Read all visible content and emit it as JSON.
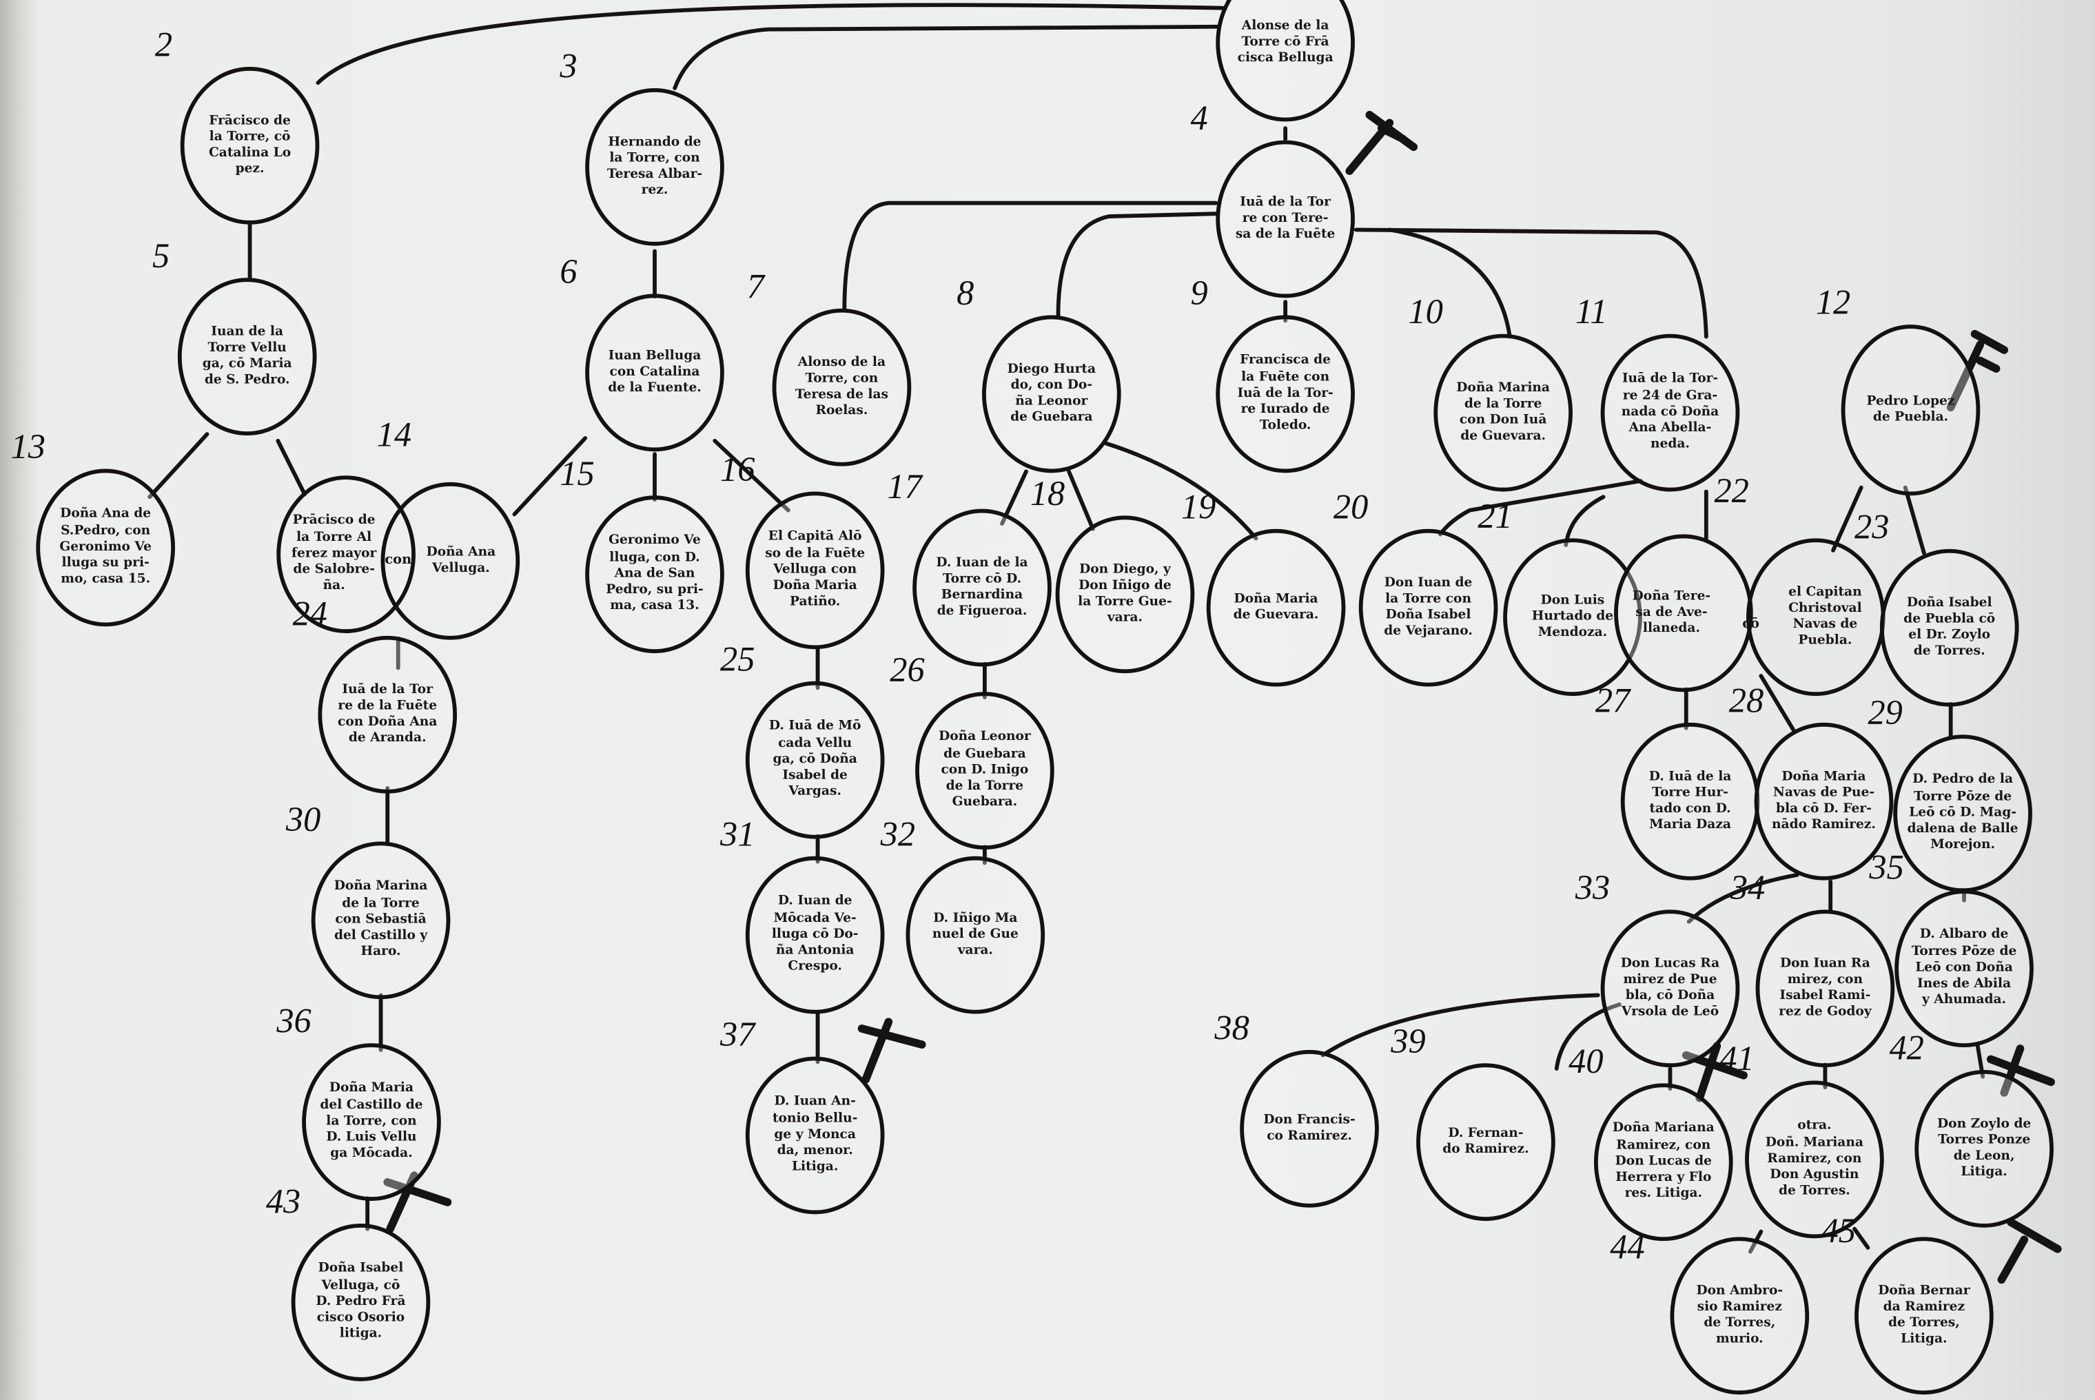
{
  "title": "Genealogical tree of the de la Torre / Belluga family",
  "nodes": [
    {
      "num": "",
      "text": "Alonse de la\nTorre cō Frā\ncisca Belluga"
    },
    {
      "num": "2",
      "text": "Frācisco de\nla Torre, cō\nCatalina Lo\npez."
    },
    {
      "num": "3",
      "text": "Hernando de\nla Torre, con\nTeresa Albar-\nrez."
    },
    {
      "num": "4",
      "text": "Iuā de la Tor\nre con Tere-\nsa de la Fuēte"
    },
    {
      "num": "5",
      "text": "Iuan de la\nTorre Vellu\nga, cō Maria\nde S. Pedro."
    },
    {
      "num": "6",
      "text": "Iuan Belluga\ncon Catalina\nde la Fuente."
    },
    {
      "num": "7",
      "text": "Alonso de la\nTorre, con\nTeresa de las\nRoelas."
    },
    {
      "num": "8",
      "text": "Diego Hurta\ndo, con Do-\nña Leonor\nde Guebara"
    },
    {
      "num": "9",
      "text": "Francisca de\nla Fuēte con\nIuā de la Tor-\nre Iurado de\nToledo."
    },
    {
      "num": "10",
      "text": "Doña Marina\nde la Torre\ncon Don Iuā\nde Guevara."
    },
    {
      "num": "11",
      "text": "Iuā de la Tor-\nre 24 de Gra-\nnada cō Doña\nAna Abella-\nneda."
    },
    {
      "num": "12",
      "text": "Pedro Lopez\nde Puebla."
    },
    {
      "num": "13",
      "text": "Doña Ana de\nS.Pedro, con\nGeronimo Ve\nlluga su pri-\nmo, casa 15."
    },
    {
      "num": "14",
      "text": "Prācisco de\nla Torre Al\nferez mayor\nde Salobre-\nña."
    },
    {
      "num": "",
      "text": "Doña Ana\nVelluga."
    },
    {
      "num": "15",
      "text": "Geronimo Ve\nlluga, con D.\nAna de San\nPedro, su pri-\nma, casa 13."
    },
    {
      "num": "16",
      "text": "El Capitā Alō\nso de la Fuēte\nVelluga con\nDoña Maria\nPatiño."
    },
    {
      "num": "17",
      "text": "D. Iuan de la\nTorre cō D.\nBernardina\nde Figueroa."
    },
    {
      "num": "18",
      "text": "Don Diego, y\nDon Iñigo de\nla Torre Gue-\nvara."
    },
    {
      "num": "19",
      "text": "Doña Maria\nde Guevara."
    },
    {
      "num": "20",
      "text": "Don Iuan de\nla Torre con\nDoña Isabel\nde Vejarano."
    },
    {
      "num": "21",
      "text": "Don Luis\nHurtado de\nMendoza."
    },
    {
      "num": "22",
      "text": "Doña Tere-\nsa de Ave-\nllaneda."
    },
    {
      "num": "",
      "text": "el Capitan\nChristoval\nNavas de\nPuebla."
    },
    {
      "num": "23",
      "text": "Doña Isabel\nde Puebla cō\nel Dr. Zoylo\nde Torres."
    },
    {
      "num": "24",
      "text": "Iuā de la Tor\nre de la Fuēte\ncon Doña Ana\nde Aranda."
    },
    {
      "num": "25",
      "text": "D. Iuā de Mō\ncada Vellu\nga, cō Doña\nIsabel de\nVargas."
    },
    {
      "num": "26",
      "text": "Doña Leonor\nde Guebara\ncon D. Inigo\nde la Torre\nGuebara."
    },
    {
      "num": "27",
      "text": "D. Iuā de la\nTorre Hur-\ntado con D.\nMaria Daza"
    },
    {
      "num": "28",
      "text": "Doña Maria\nNavas de Pue-\nbla cō D. Fer-\nnādo Ramirez."
    },
    {
      "num": "29",
      "text": "D. Pedro de la\nTorre Pōze de\nLeō cō D. Mag-\ndalena de Balle\nMorejon."
    },
    {
      "num": "30",
      "text": "Doña Marina\nde la Torre\ncon Sebastiā\ndel Castillo y\nHaro."
    },
    {
      "num": "31",
      "text": "D. Iuan de\nMōcada Ve-\nlluga cō Do-\nña Antonia\nCrespo."
    },
    {
      "num": "32",
      "text": "D. Iñigo Ma\nnuel de Gue\nvara."
    },
    {
      "num": "33",
      "text": "Don Lucas Ra\nmirez de Pue\nbla, cō Doña\nVrsola de Leō"
    },
    {
      "num": "34",
      "text": "Don Iuan Ra\nmirez, con\nIsabel Rami-\nrez de Godoy"
    },
    {
      "num": "35",
      "text": "D. Albaro de\nTorres Pōze de\nLeō con Doña\nInes de Abila\ny Ahumada."
    },
    {
      "num": "36",
      "text": "Doña Maria\ndel Castillo de\nla Torre, con\nD. Luis Vellu\nga Mōcada."
    },
    {
      "num": "37",
      "text": "D. Iuan An-\ntonio Bellu-\nge y Monca\nda, menor.\nLitiga."
    },
    {
      "num": "38",
      "text": "Don Francis-\nco Ramirez."
    },
    {
      "num": "39",
      "text": "D. Fernan-\ndo Ramirez."
    },
    {
      "num": "40",
      "text": "Doña Mariana\nRamirez, con\nDon Lucas de\nHerrera y Flo\nres. Litiga."
    },
    {
      "num": "41",
      "text": "otra.\nDoñ. Mariana\nRamirez, con\nDon Agustin\nde Torres."
    },
    {
      "num": "42",
      "text": "Don Zoylo de\nTorres Ponze\nde Leon,\nLitiga."
    },
    {
      "num": "43",
      "text": "Doña Isabel\nVelluga, cō\nD. Pedro Frā\ncisco Osorio\nlitiga."
    },
    {
      "num": "44",
      "text": "Don Ambro-\nsio Ramirez\nde Torres,\nmurio."
    },
    {
      "num": "45",
      "text": "Doña Bernar\nda Ramirez\nde Torres,\nLitiga."
    }
  ],
  "spouse_links": {
    "n14": "con",
    "n22": "cō"
  },
  "colors": {
    "ink": "#141210",
    "paper": "#eceeec"
  }
}
